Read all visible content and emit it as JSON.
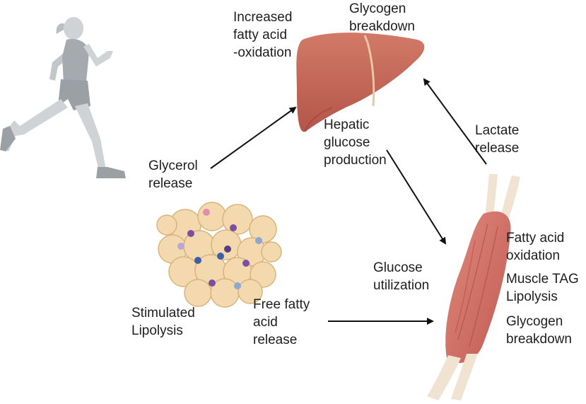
{
  "colors": {
    "liver": "#c96a5a",
    "liver_dark": "#a9483c",
    "muscle": "#d6776c",
    "tendon": "#f1e3d2",
    "fat_cell": "#f3d9ad",
    "runner_skin": "#cfd3d6",
    "runner_clothes": "#9fa5a9",
    "arrow": "#111111"
  },
  "figures": {
    "runner": "running-woman-illustration",
    "liver": "liver-illustration",
    "adipose": "adipose-tissue-illustration",
    "muscle": "skeletal-muscle-illustration"
  },
  "labels": {
    "increased_fao": [
      "Increased",
      "fatty acid",
      "-oxidation"
    ],
    "liver_glycogen": [
      "Glycogen",
      "breakdown"
    ],
    "hepatic_glucose": [
      "Hepatic",
      "glucose",
      "production"
    ],
    "lactate": [
      "Lactate",
      "release"
    ],
    "glycerol": [
      "Glycerol",
      "release"
    ],
    "glucose_util": [
      "Glucose",
      "utilization"
    ],
    "muscle_fao": [
      "Fatty acid",
      "oxidation"
    ],
    "muscle_tag": [
      "Muscle TAG",
      "Lipolysis"
    ],
    "muscle_glycogen": [
      "Glycogen",
      "breakdown"
    ],
    "stimulated_lipolysis": [
      "Stimulated",
      "Lipolysis"
    ],
    "free_fatty_acid": [
      "Free fatty",
      "acid",
      "release"
    ]
  }
}
